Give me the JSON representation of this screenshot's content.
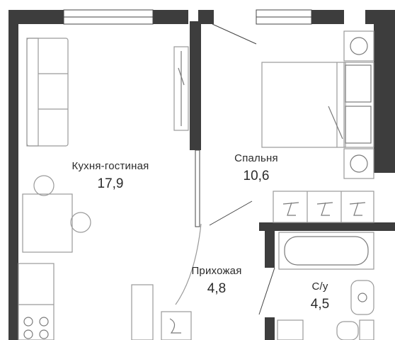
{
  "rooms": {
    "living": {
      "name": "Кухня-гостиная",
      "area": "17,9"
    },
    "bedroom": {
      "name": "Спальня",
      "area": "10,6"
    },
    "hall": {
      "name": "Прихожая",
      "area": "4,8"
    },
    "bath": {
      "name": "С/у",
      "area": "4,5"
    }
  },
  "colors": {
    "wall": "#3d3d3d",
    "furniture": "#9a9a9a",
    "background": "#ffffff"
  },
  "icons": [
    "sofa-icon",
    "wardrobe-icon",
    "dining-table-icon",
    "chair-icon",
    "stove-icon",
    "bed-icon",
    "nightstand-icon",
    "hanger-icon",
    "bathtub-icon",
    "sink-icon",
    "toilet-icon",
    "door-swing-icon"
  ]
}
